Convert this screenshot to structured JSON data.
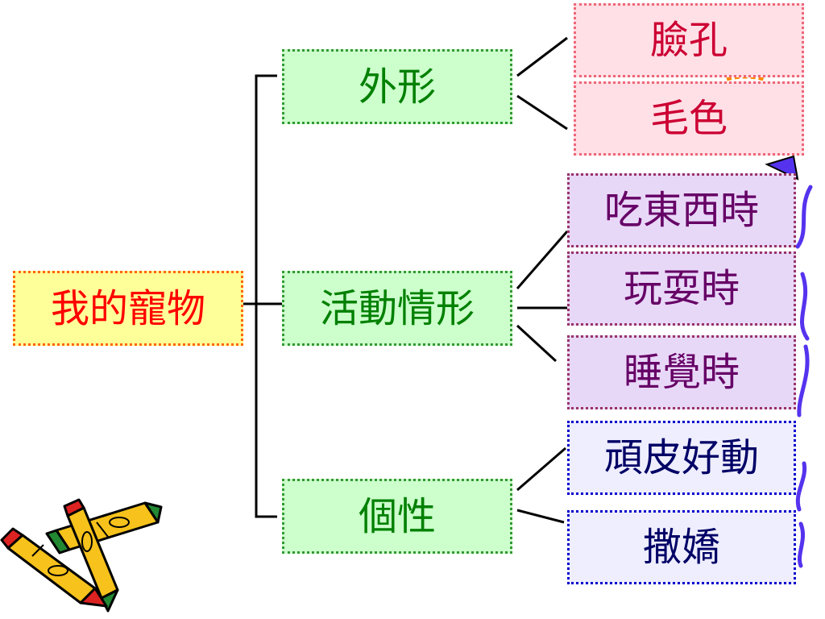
{
  "root": {
    "label": "我的寵物"
  },
  "categories": [
    {
      "label": "外形",
      "items": [
        "臉孔",
        "毛色"
      ]
    },
    {
      "label": "活動情形",
      "items": [
        "吃東西時",
        "玩耍時",
        "睡覺時"
      ]
    },
    {
      "label": "個性",
      "items": [
        "頑皮好動",
        "撒嬌"
      ]
    }
  ],
  "colors": {
    "root_fill": "#ffff99",
    "root_border": "#ff6600",
    "root_text": "#ff0000",
    "category_fill": "#ccffcc",
    "category_border": "#339933",
    "category_text": "#008000",
    "appearance_fill": "#ffe0e6",
    "activity_fill": "#e8d8f8",
    "personality_fill": "#eeeeff",
    "connector": "#000000",
    "brace_curl": "#5533ee"
  },
  "decoration": "crayons-clipart"
}
